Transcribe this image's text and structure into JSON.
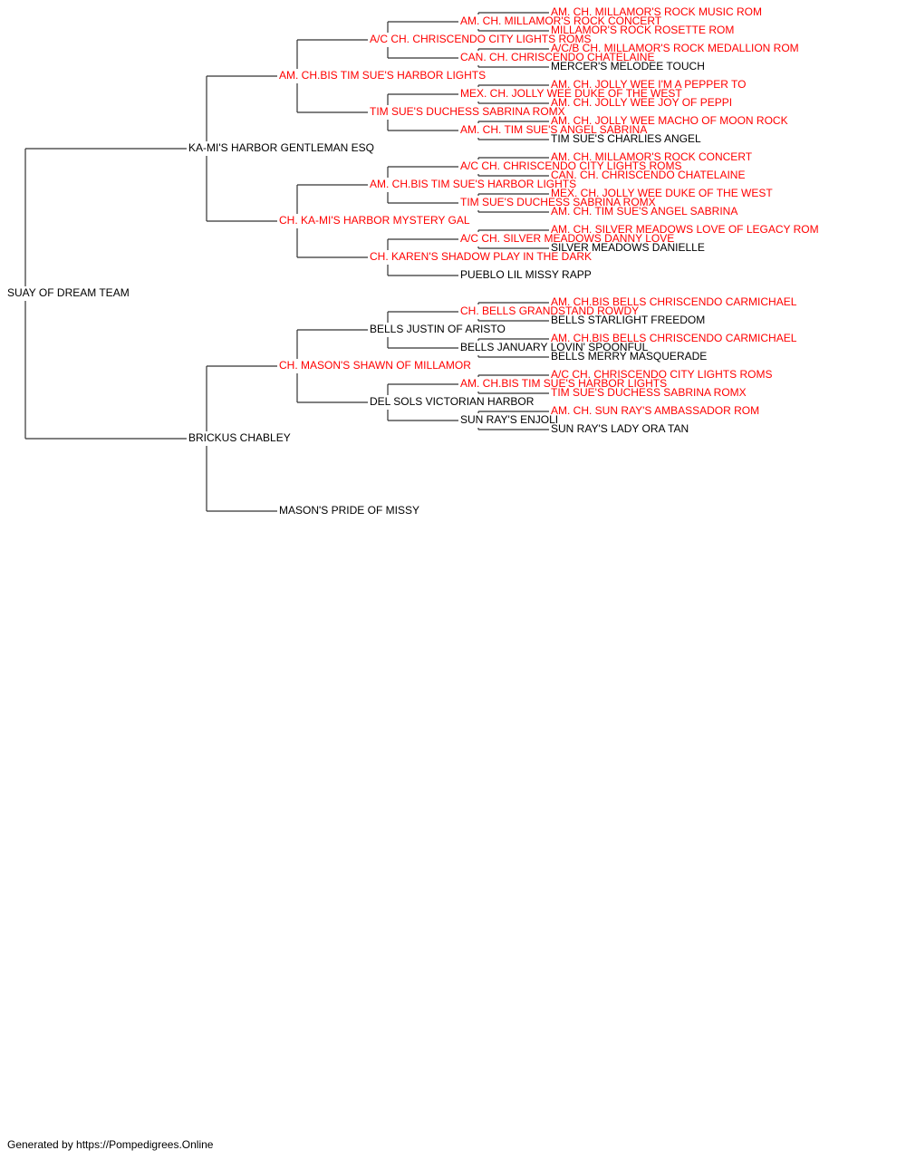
{
  "colors": {
    "champion": "#ff0000",
    "normal": "#000000",
    "line": "#333333"
  },
  "pedigree": {
    "subject": {
      "name": "SUAY OF DREAM TEAM",
      "champion": false
    },
    "sire": {
      "name": "KA-MI'S HARBOR GENTLEMAN ESQ",
      "champion": false,
      "sire": {
        "name": "AM. CH.BIS TIM SUE'S HARBOR LIGHTS",
        "champion": true,
        "sire": {
          "name": "A/C CH. CHRISCENDO CITY LIGHTS ROMS",
          "champion": true,
          "sire": {
            "name": "AM. CH. MILLAMOR'S ROCK CONCERT",
            "champion": true,
            "sire": {
              "name": "AM. CH. MILLAMOR'S ROCK MUSIC ROM",
              "champion": true
            },
            "dam": {
              "name": "MILLAMOR'S ROCK ROSETTE ROM",
              "champion": true
            }
          },
          "dam": {
            "name": "CAN. CH. CHRISCENDO CHATELAINE",
            "champion": true,
            "sire": {
              "name": "A/C/B CH. MILLAMOR'S ROCK MEDALLION ROM",
              "champion": true
            },
            "dam": {
              "name": "MERCER'S MELODEE TOUCH",
              "champion": false
            }
          }
        },
        "dam": {
          "name": "TIM SUE'S DUCHESS SABRINA ROMX",
          "champion": true,
          "sire": {
            "name": "MEX. CH. JOLLY WEE DUKE OF THE WEST",
            "champion": true,
            "sire": {
              "name": "AM. CH. JOLLY WEE I'M A PEPPER TO",
              "champion": true
            },
            "dam": {
              "name": "AM. CH. JOLLY WEE JOY OF PEPPI",
              "champion": true
            }
          },
          "dam": {
            "name": "AM. CH. TIM SUE'S ANGEL SABRINA",
            "champion": true,
            "sire": {
              "name": "AM. CH. JOLLY WEE MACHO OF MOON ROCK",
              "champion": true
            },
            "dam": {
              "name": "TIM SUE'S CHARLIES ANGEL",
              "champion": false
            }
          }
        }
      },
      "dam": {
        "name": "CH. KA-MI'S HARBOR MYSTERY GAL",
        "champion": true,
        "sire": {
          "name": "AM. CH.BIS TIM SUE'S HARBOR LIGHTS",
          "champion": true,
          "sire": {
            "name": "A/C CH. CHRISCENDO CITY LIGHTS ROMS",
            "champion": true,
            "sire": {
              "name": "AM. CH. MILLAMOR'S ROCK CONCERT",
              "champion": true
            },
            "dam": {
              "name": "CAN. CH. CHRISCENDO CHATELAINE",
              "champion": true
            }
          },
          "dam": {
            "name": "TIM SUE'S DUCHESS SABRINA ROMX",
            "champion": true,
            "sire": {
              "name": "MEX. CH. JOLLY WEE DUKE OF THE WEST",
              "champion": true
            },
            "dam": {
              "name": "AM. CH. TIM SUE'S ANGEL SABRINA",
              "champion": true
            }
          }
        },
        "dam": {
          "name": "CH. KAREN'S SHADOW PLAY IN THE DARK",
          "champion": true,
          "sire": {
            "name": "A/C CH. SILVER MEADOWS DANNY LOVE",
            "champion": true,
            "sire": {
              "name": "AM. CH. SILVER MEADOWS LOVE OF LEGACY ROM",
              "champion": true
            },
            "dam": {
              "name": "SILVER MEADOWS DANIELLE",
              "champion": false
            }
          },
          "dam": {
            "name": "PUEBLO LIL MISSY RAPP",
            "champion": false
          }
        }
      }
    },
    "dam": {
      "name": "BRICKUS CHABLEY",
      "champion": false,
      "sire": {
        "name": "CH. MASON'S SHAWN OF MILLAMOR",
        "champion": true,
        "sire": {
          "name": "BELLS JUSTIN OF ARISTO",
          "champion": false,
          "sire": {
            "name": "CH. BELLS GRANDSTAND ROWDY",
            "champion": true,
            "sire": {
              "name": "AM. CH.BIS BELLS CHRISCENDO CARMICHAEL",
              "champion": true
            },
            "dam": {
              "name": "BELLS STARLIGHT FREEDOM",
              "champion": false
            }
          },
          "dam": {
            "name": "BELLS JANUARY LOVIN' SPOONFUL",
            "champion": false,
            "sire": {
              "name": "AM. CH.BIS BELLS CHRISCENDO CARMICHAEL",
              "champion": true
            },
            "dam": {
              "name": "BELLS MERRY MASQUERADE",
              "champion": false
            }
          }
        },
        "dam": {
          "name": "DEL SOLS VICTORIAN HARBOR",
          "champion": false,
          "sire": {
            "name": "AM. CH.BIS TIM SUE'S HARBOR LIGHTS",
            "champion": true,
            "sire": {
              "name": "A/C CH. CHRISCENDO CITY LIGHTS ROMS",
              "champion": true
            },
            "dam": {
              "name": "TIM SUE'S DUCHESS SABRINA ROMX",
              "champion": true
            }
          },
          "dam": {
            "name": "SUN RAY'S ENJOLI",
            "champion": false,
            "sire": {
              "name": "AM. CH. SUN RAY'S AMBASSADOR ROM",
              "champion": true
            },
            "dam": {
              "name": "SUN RAY'S LADY ORA TAN",
              "champion": false
            }
          }
        }
      },
      "dam": {
        "name": "MASON'S PRIDE OF MISSY",
        "champion": false
      }
    }
  },
  "footer": {
    "text": "Generated by https://Pompedigrees.Online"
  }
}
